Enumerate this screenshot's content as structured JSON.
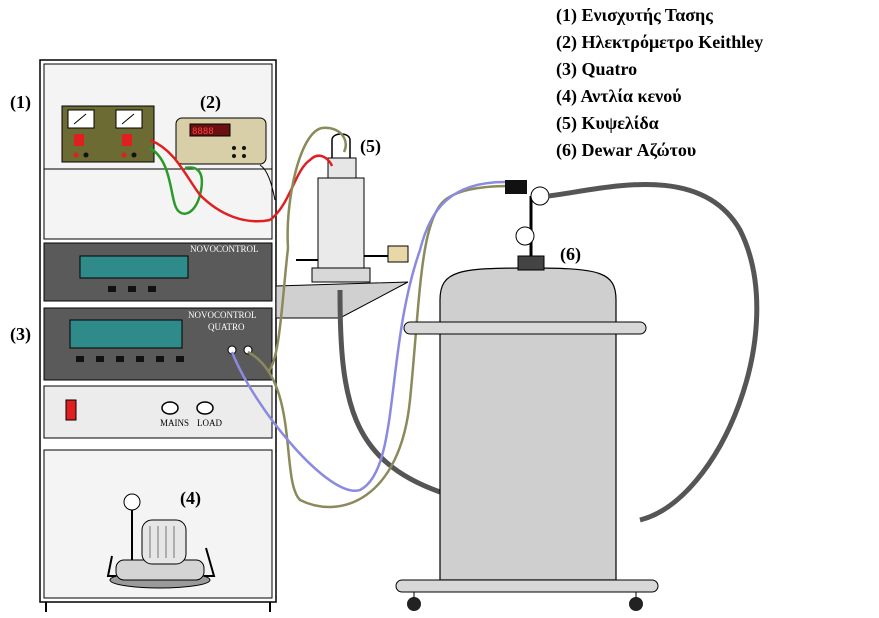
{
  "legend": {
    "items": [
      "(1) Ενισχυτής Τασης",
      "(2) Ηλεκτρόμετρο Keithley",
      "(3) Quatro",
      "(4) Αντλία κενού",
      "(5) Κυψελίδα",
      "(6) Dewar Αζώτου"
    ]
  },
  "labels": {
    "n1": "(1)",
    "n2": "(2)",
    "n3": "(3)",
    "n4": "(4)",
    "n5": "(5)",
    "n6": "(6)"
  },
  "panels": {
    "novocontrol_top": "NOVOCONTROL",
    "novocontrol_quatro": "NOVOCONTROL",
    "quatro": "QUATRO",
    "mains": "MAINS",
    "load": "LOAD"
  },
  "colors": {
    "cabinet": "#e6e6e6",
    "panel": "#5a5a5a",
    "amplifier": "#6b6b33",
    "display": "#2f8a8a",
    "red_wire": "#e02020",
    "green_wire": "#2a9a2a",
    "olive_wire": "#8a8a5a",
    "blue_wire": "#8a8ae0",
    "hose": "#6a6a6a",
    "dewar": "#cfcfcf"
  }
}
